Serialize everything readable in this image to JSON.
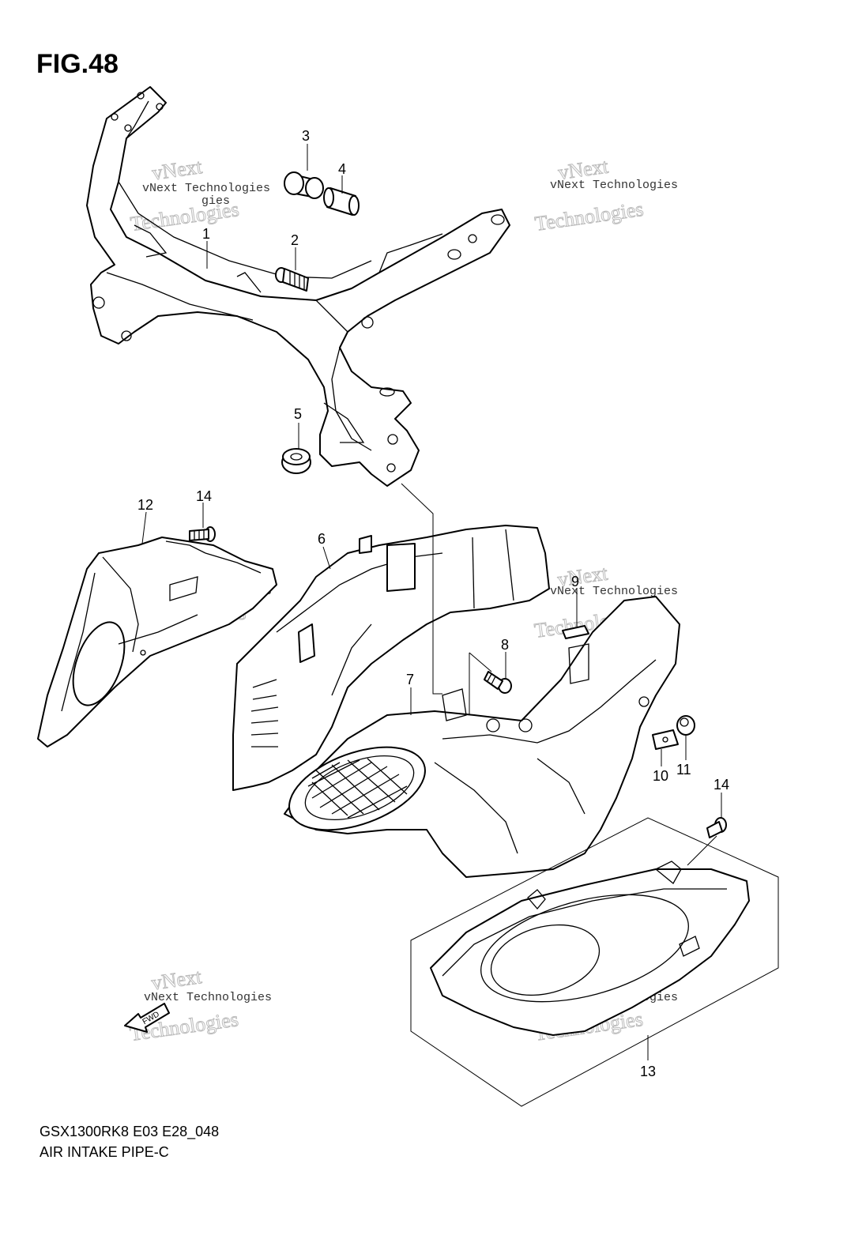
{
  "figure_title": "FIG.48",
  "callouts": [
    {
      "id": "c1",
      "label": "1"
    },
    {
      "id": "c2",
      "label": "2"
    },
    {
      "id": "c3",
      "label": "3"
    },
    {
      "id": "c4",
      "label": "4"
    },
    {
      "id": "c5",
      "label": "5"
    },
    {
      "id": "c6",
      "label": "6"
    },
    {
      "id": "c7",
      "label": "7"
    },
    {
      "id": "c8",
      "label": "8"
    },
    {
      "id": "c9",
      "label": "9"
    },
    {
      "id": "c10",
      "label": "10"
    },
    {
      "id": "c11",
      "label": "11"
    },
    {
      "id": "c12",
      "label": "12"
    },
    {
      "id": "c13",
      "label": "13"
    },
    {
      "id": "c14a",
      "label": "14"
    },
    {
      "id": "c14b",
      "label": "14"
    }
  ],
  "watermark": {
    "line1": "vNext Technologies",
    "line2": "vNext",
    "line3": "Technologies"
  },
  "fwd_label": "FWD",
  "footer": {
    "model_code": "GSX1300RK8 E03 E28_048",
    "part_name": "AIR INTAKE PIPE-C"
  }
}
